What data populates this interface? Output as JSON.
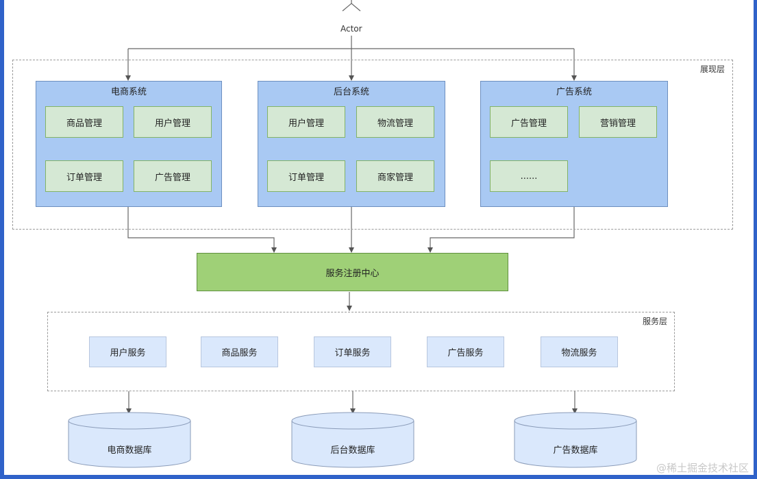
{
  "actor": {
    "label": "Actor"
  },
  "presentation_layer": {
    "label": "展现层",
    "systems": [
      {
        "title": "电商系统",
        "modules": [
          "商品管理",
          "用户管理",
          "订单管理",
          "广告管理"
        ]
      },
      {
        "title": "后台系统",
        "modules": [
          "用户管理",
          "物流管理",
          "订单管理",
          "商家管理"
        ]
      },
      {
        "title": "广告系统",
        "modules": [
          "广告管理",
          "营销管理",
          "......"
        ]
      }
    ]
  },
  "registry": {
    "label": "服务注册中心"
  },
  "service_layer": {
    "label": "服务层",
    "services": [
      "用户服务",
      "商品服务",
      "订单服务",
      "广告服务",
      "物流服务"
    ]
  },
  "databases": [
    "电商数据库",
    "后台数据库",
    "广告数据库"
  ],
  "watermark": "@稀土掘金技术社区",
  "colors": {
    "frame": "#2f62c9",
    "system_fill": "#a9c9f3",
    "module_fill": "#d5e8d4",
    "registry_fill": "#9fd077",
    "service_fill": "#dae8fc",
    "database_fill": "#dae8fc"
  }
}
